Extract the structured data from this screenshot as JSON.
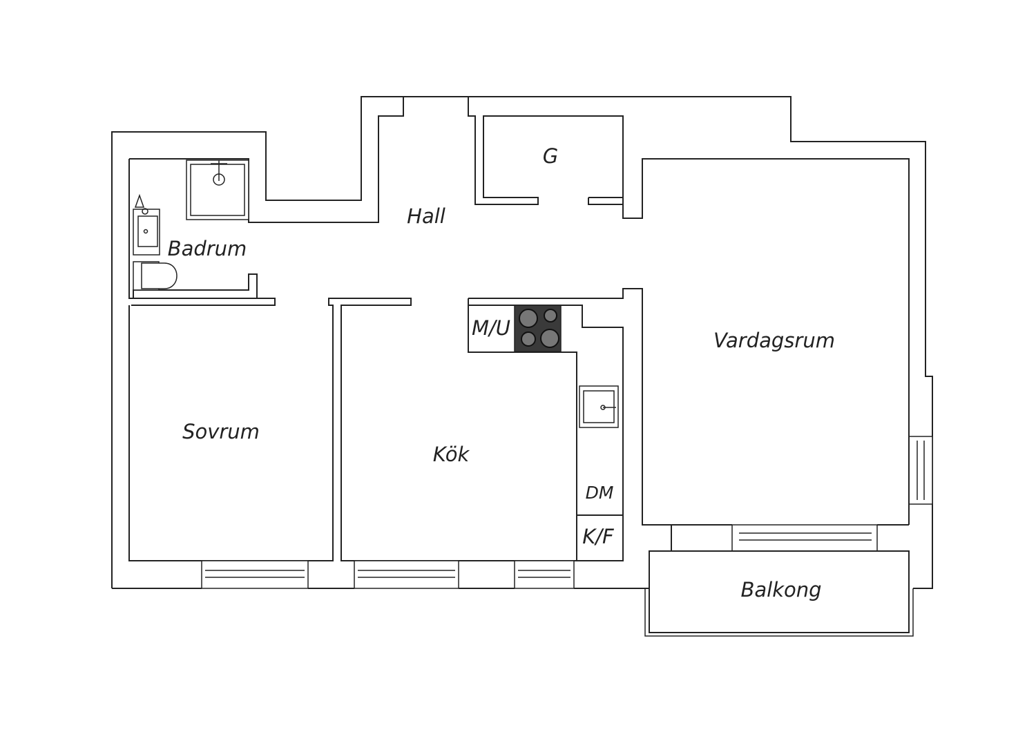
{
  "rooms": {
    "hall": "Hall",
    "garderob": "G",
    "badrum": "Badrum",
    "vardagsrum": "Vardagsrum",
    "sovrum": "Sovrum",
    "kok": "Kök",
    "balkong": "Balkong"
  },
  "fixtures": {
    "microwave_oven": "M/U",
    "dishwasher": "DM",
    "fridge_freezer": "K/F"
  },
  "colors": {
    "line": "#222222",
    "stove_fill": "#3a3a3a",
    "background": "#ffffff"
  }
}
